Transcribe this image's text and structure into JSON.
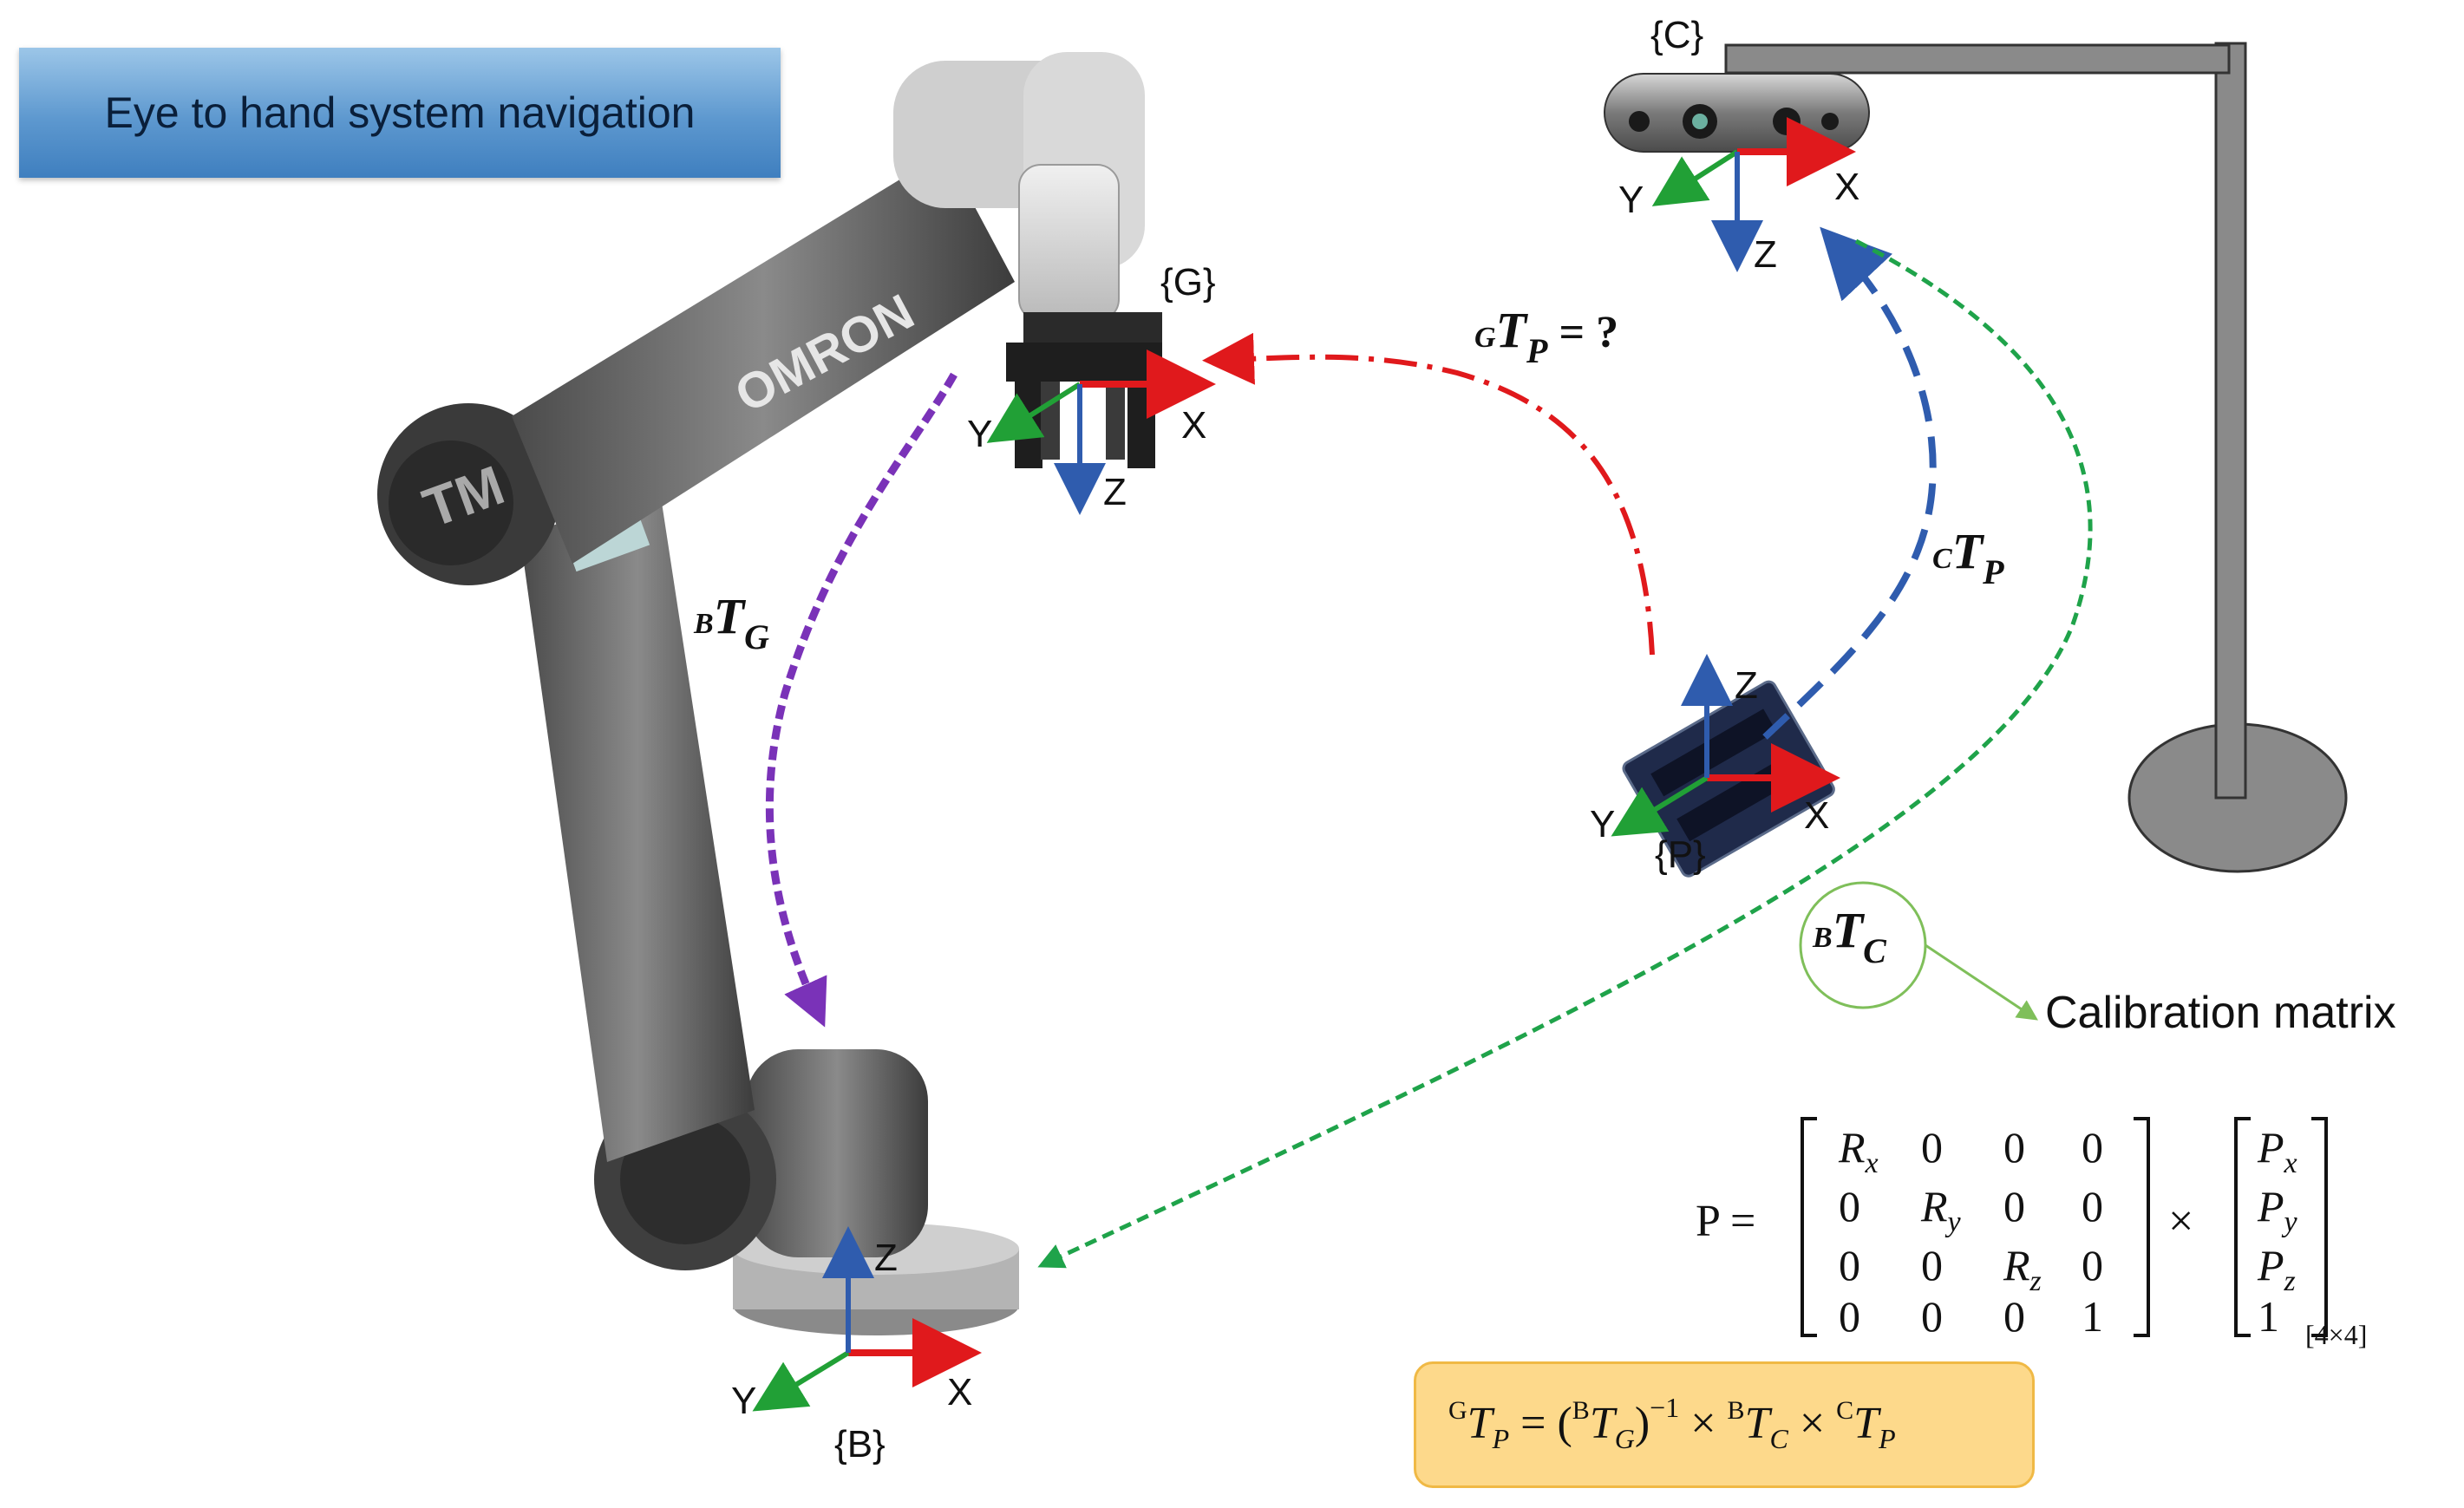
{
  "title": "Eye to hand system navigation",
  "frames": {
    "camera": "{C}",
    "gripper": "{G}",
    "part": "{P}",
    "base": "{B}"
  },
  "axes": {
    "x": "X",
    "y": "Y",
    "z": "Z"
  },
  "brand": {
    "omron": "OMRON",
    "tm": "TM"
  },
  "transforms": {
    "gripper_to_part": {
      "sup": "G",
      "main": "T",
      "sub": "P",
      "suffix": " = ?"
    },
    "camera_to_part": {
      "sup": "C",
      "main": "T",
      "sub": "P"
    },
    "base_to_gripper": {
      "sup": "B",
      "main": "T",
      "sub": "G"
    },
    "base_to_camera": {
      "sup": "B",
      "main": "T",
      "sub": "C"
    }
  },
  "calibration_label": "Calibration matrix",
  "matrix_equation": {
    "lhs": "P =",
    "rows": [
      [
        "R",
        "0",
        "0",
        "0"
      ],
      [
        "0",
        "R",
        "0",
        "0"
      ],
      [
        "0",
        "0",
        "R",
        "0"
      ],
      [
        "0",
        "0",
        "0",
        "1"
      ]
    ],
    "diag_subs": [
      "x",
      "y",
      "z"
    ],
    "times": "×",
    "vector": [
      "P",
      "P",
      "P",
      "1"
    ],
    "vector_subs": [
      "x",
      "y",
      "z",
      ""
    ],
    "size": "[4×4]"
  },
  "final_equation": {
    "p1": "T",
    "sup1": "G",
    "sub1": "P",
    "eq": " = (",
    "p2": "T",
    "sup2": "B",
    "sub2": "G",
    "inv": ")",
    "invexp": "−1",
    "times1": " × ",
    "p3": "T",
    "sup3": "B",
    "sub3": "C",
    "times2": " × ",
    "p4": "T",
    "sup4": "C",
    "sub4": "P"
  },
  "colors": {
    "x_axis": "#e0191c",
    "y_axis": "#21a036",
    "z_axis": "#2f5cae",
    "gripper_to_part_arrow": "#e0191c",
    "camera_to_part_arrow": "#2f5cae",
    "base_to_gripper_arrow": "#7a32b8",
    "base_to_camera_arrow": "#1fa34a",
    "callout": "#7fbf5a",
    "equation_box": "#fdd98b"
  }
}
